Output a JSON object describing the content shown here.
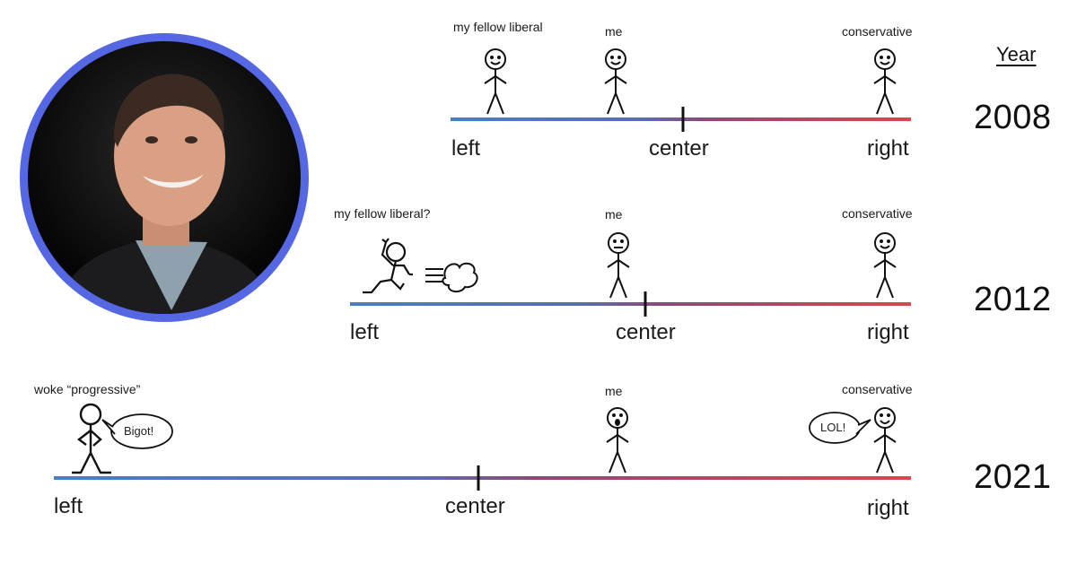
{
  "header": {
    "year_label": "Year"
  },
  "rows": [
    {
      "year": "2008",
      "left_figure_label": "my fellow liberal",
      "me_label": "me",
      "right_figure_label": "conservative",
      "axis": {
        "left": "left",
        "center": "center",
        "right": "right"
      }
    },
    {
      "year": "2012",
      "left_figure_label": "my fellow liberal?",
      "me_label": "me",
      "right_figure_label": "conservative",
      "axis": {
        "left": "left",
        "center": "center",
        "right": "right"
      }
    },
    {
      "year": "2021",
      "left_figure_label": "woke “progressive”",
      "left_bubble": "Bigot!",
      "me_label": "me",
      "right_figure_label": "conservative",
      "right_bubble": "LOL!",
      "axis": {
        "left": "left",
        "center": "center",
        "right": "right"
      }
    }
  ],
  "colors": {
    "left": "#4a7fc1",
    "mid": "#6a4a8a",
    "right": "#d9474a",
    "portrait_border": "#5667e4"
  }
}
